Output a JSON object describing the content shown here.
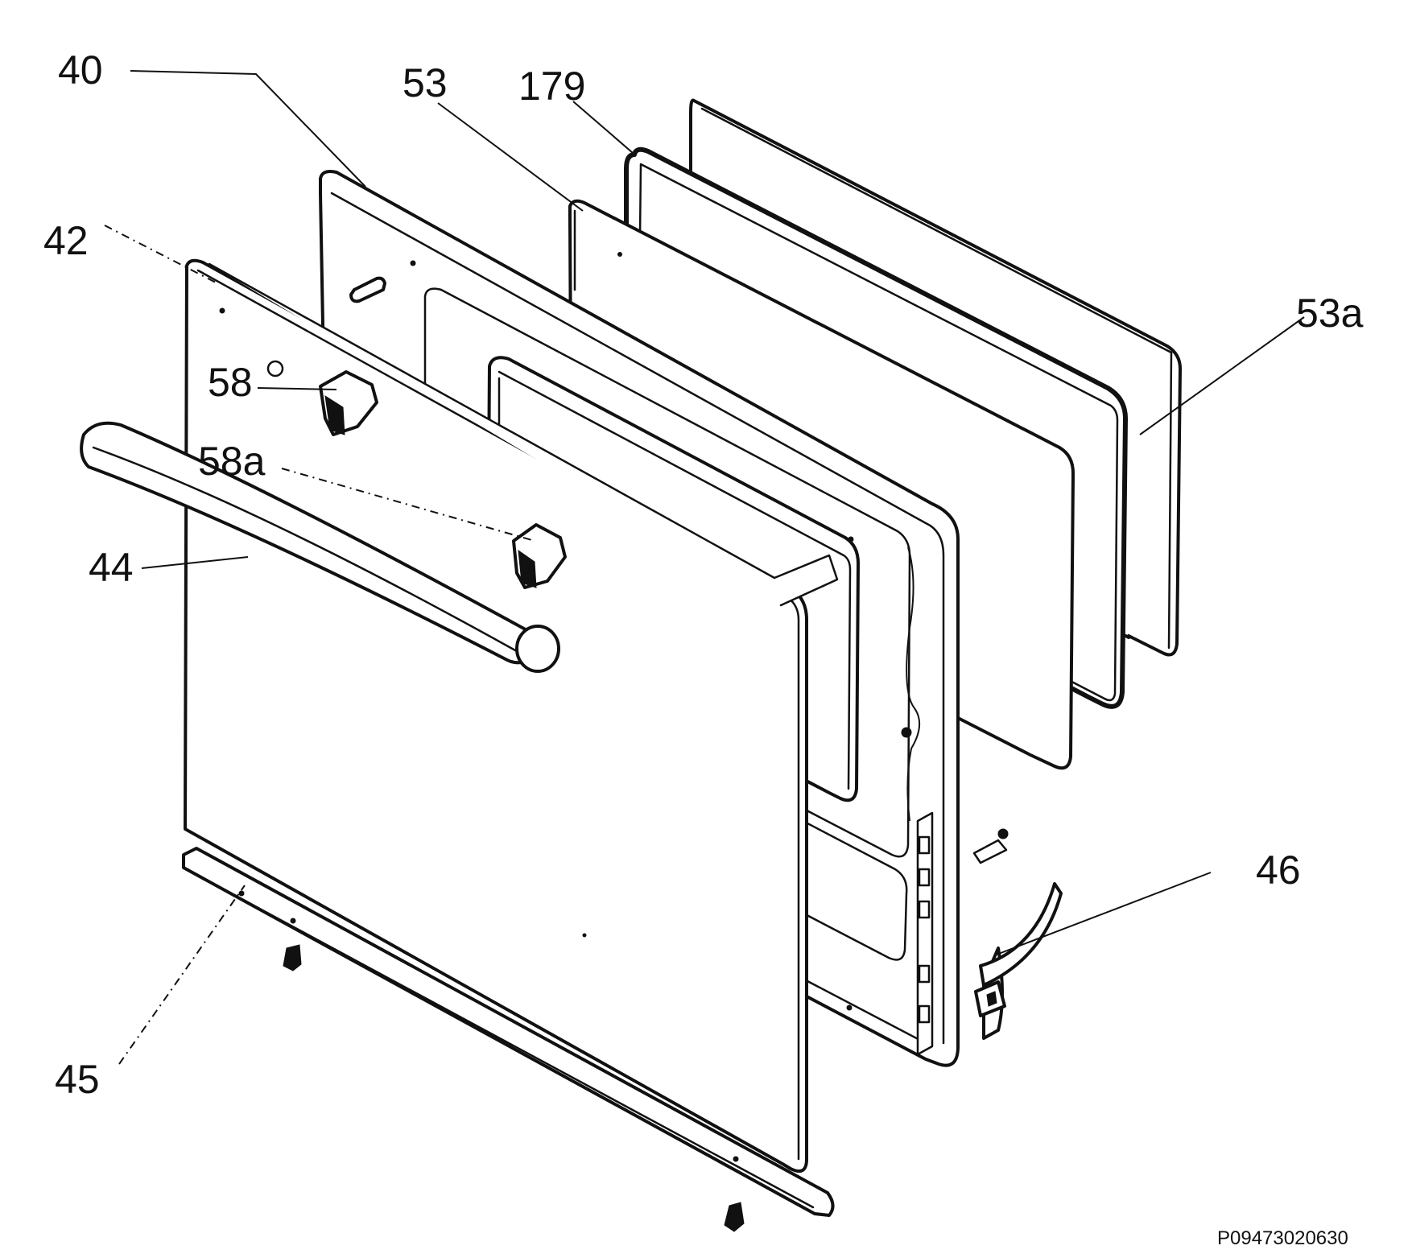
{
  "callouts": {
    "c40": "40",
    "c53": "53",
    "c179": "179",
    "c42": "42",
    "c53a": "53a",
    "c58": "58",
    "c58a": "58a",
    "c44": "44",
    "c46": "46",
    "c45": "45"
  },
  "drawing_code": "P09473020630"
}
